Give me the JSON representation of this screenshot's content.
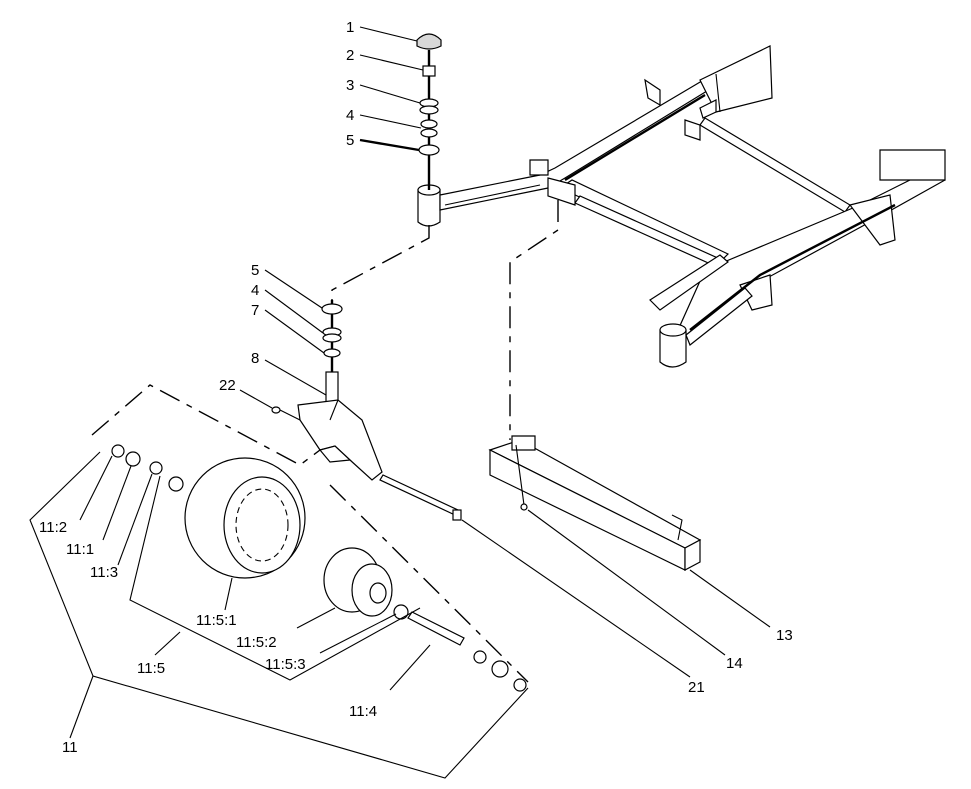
{
  "diagram": {
    "callouts": [
      {
        "id": "c1",
        "label": "1"
      },
      {
        "id": "c2",
        "label": "2"
      },
      {
        "id": "c3",
        "label": "3"
      },
      {
        "id": "c4a",
        "label": "4"
      },
      {
        "id": "c5a",
        "label": "5"
      },
      {
        "id": "c5b",
        "label": "5"
      },
      {
        "id": "c4b",
        "label": "4"
      },
      {
        "id": "c7",
        "label": "7"
      },
      {
        "id": "c8",
        "label": "8"
      },
      {
        "id": "c22",
        "label": "22"
      },
      {
        "id": "c11_2",
        "label": "11:2"
      },
      {
        "id": "c11_1",
        "label": "11:1"
      },
      {
        "id": "c11_3",
        "label": "11:3"
      },
      {
        "id": "c11_5_1",
        "label": "11:5:1"
      },
      {
        "id": "c11_5_2",
        "label": "11:5:2"
      },
      {
        "id": "c11_5_3",
        "label": "11:5:3"
      },
      {
        "id": "c11_5",
        "label": "11:5"
      },
      {
        "id": "c11_4",
        "label": "11:4"
      },
      {
        "id": "c11",
        "label": "11"
      },
      {
        "id": "c21",
        "label": "21"
      },
      {
        "id": "c14",
        "label": "14"
      },
      {
        "id": "c13",
        "label": "13"
      }
    ]
  }
}
